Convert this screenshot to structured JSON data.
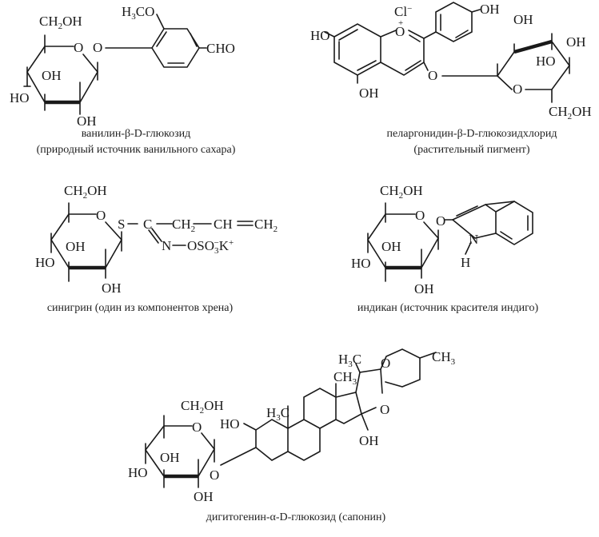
{
  "compounds": [
    {
      "id": "vanillin-glucoside",
      "name": "ванилин-β-D-глюкозид",
      "note": "(природный источник ванильного сахара)",
      "labels": {
        "ch2oh": "CH",
        "ch2oh_sub": "2",
        "ch2oh_oh": "OH",
        "ring_o": "O",
        "glyco_o": "O",
        "oh1": "OH",
        "ho": "HO",
        "oh2": "OH",
        "h3co_h": "H",
        "h3co_sub": "3",
        "h3co_co": "CO",
        "cho": "CHO"
      }
    },
    {
      "id": "pelargonidin-glucoside-chloride",
      "name": "пеларгонидин-β-D-глюкозидхлорид",
      "note": "(растительный пигмент)",
      "labels": {
        "cl": "Cl",
        "cl_charge": "−",
        "o_plus": "O",
        "plus": "+",
        "ho7": "HO",
        "oh5": "OH",
        "oh4p": "OH",
        "glyco_o": "O",
        "ring_o": "O",
        "oh_a": "OH",
        "oh_b": "OH",
        "ho_c": "HO",
        "ch2oh": "CH",
        "ch2oh_sub": "2",
        "ch2oh_oh": "OH"
      }
    },
    {
      "id": "sinigrin",
      "name": "синигрин (один из компонентов хрена)",
      "labels": {
        "ch2oh": "CH",
        "ch2oh_sub": "2",
        "ch2oh_oh": "OH",
        "ring_o": "O",
        "s": "S",
        "c": "C",
        "ch2": "CH",
        "ch2_sub": "2",
        "ch": "CH",
        "ch2b": "CH",
        "ch2b_sub": "2",
        "n": "N",
        "oso3": "OSO",
        "oso3_sub": "3",
        "oso3_charge": "−",
        "k": "K",
        "k_charge": "+",
        "oh1": "OH",
        "ho": "HO",
        "oh2": "OH"
      }
    },
    {
      "id": "indican",
      "name": "индикан (источник красителя индиго)",
      "labels": {
        "ch2oh": "CH",
        "ch2oh_sub": "2",
        "ch2oh_oh": "OH",
        "ring_o": "O",
        "glyco_o": "O",
        "n": "N",
        "h": "H",
        "oh1": "OH",
        "ho": "HO",
        "oh2": "OH"
      }
    },
    {
      "id": "digitogenin-glucoside",
      "name": "дигитогенин-α-D-глюкозид (сапонин)",
      "labels": {
        "ch2oh": "CH",
        "ch2oh_sub": "2",
        "ch2oh_oh": "OH",
        "ring_o": "O",
        "glyco_o": "O",
        "oh1": "OH",
        "ho": "HO",
        "oh2": "OH",
        "ho_steroid": "HO",
        "h3c_a": "H",
        "h3c_a_sub": "3",
        "h3c_a_c": "C",
        "ch3_b": "CH",
        "ch3_b_sub": "3",
        "h3c_c": "H",
        "h3c_c_sub": "3",
        "h3c_c_c": "C",
        "o_spiro_top": "O",
        "o_spiro_bot": "O",
        "ch3_d": "CH",
        "ch3_d_sub": "3",
        "oh_steroid": "OH"
      }
    }
  ]
}
